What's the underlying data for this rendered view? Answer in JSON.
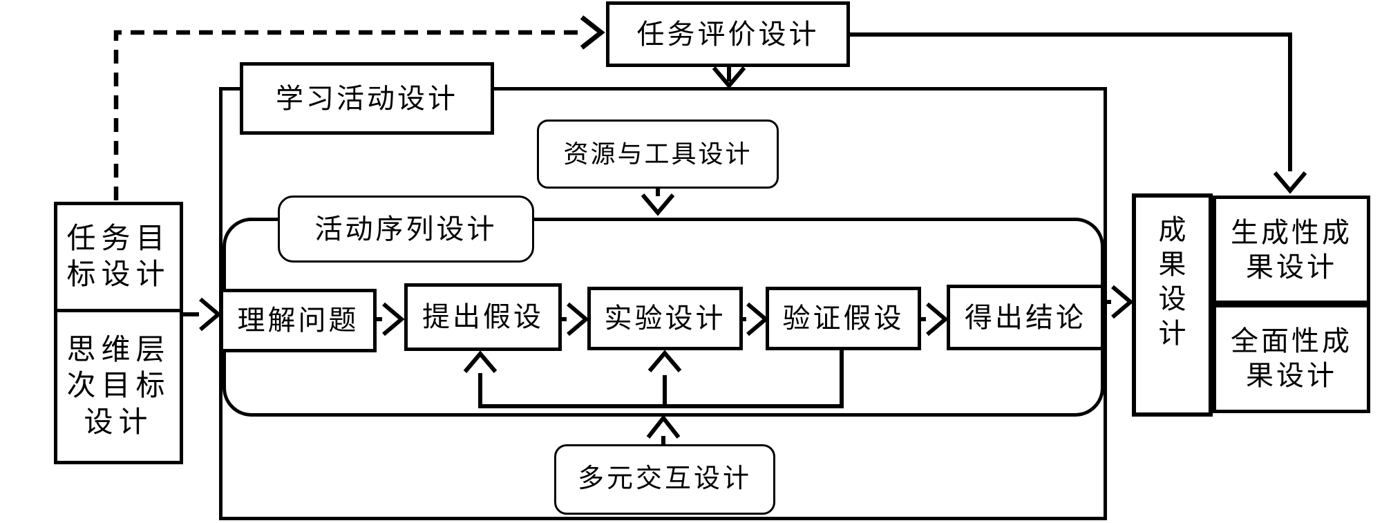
{
  "diagram": {
    "title_hint": "learning-task-design-flowchart",
    "colors": {
      "stroke": "#000000",
      "background": "#ffffff"
    },
    "nodes": {
      "task_evaluation": {
        "label": "任务评价设计"
      },
      "learning_activity": {
        "label": "学习活动设计"
      },
      "resources_tools": {
        "label": "资源与工具设计"
      },
      "activity_sequence": {
        "label": "活动序列设计"
      },
      "understand_problem": {
        "label": "理解问题"
      },
      "propose_hypothesis": {
        "label": "提出假设"
      },
      "experiment_design": {
        "label": "实验设计"
      },
      "verify_hypothesis": {
        "label": "验证假设"
      },
      "draw_conclusion": {
        "label": "得出结论"
      },
      "task_goal": {
        "label": "任务目标设计"
      },
      "thinking_level_goal": {
        "label": "思维层次目标设计"
      },
      "multi_interaction": {
        "label": "多元交互设计"
      },
      "outcome_design": {
        "label": "成果设计"
      },
      "generative_outcome": {
        "label": "生成性成果设计"
      },
      "comprehensive_outcome": {
        "label": "全面性成果设计"
      }
    },
    "edges": [
      {
        "from": "task_goal",
        "to": "task_evaluation",
        "style": "dashed-arrow"
      },
      {
        "from": "task_evaluation",
        "to": "learning_activity_container",
        "style": "arrow-down"
      },
      {
        "from": "task_evaluation",
        "to": "generative_outcome",
        "style": "arrow-right-then-down"
      },
      {
        "from": "resources_tools",
        "to": "activity_sequence_container",
        "style": "arrow-down"
      },
      {
        "from": "task_goal_group",
        "to": "understand_problem",
        "style": "arrow-right"
      },
      {
        "from": "understand_problem",
        "to": "propose_hypothesis",
        "style": "arrow-right"
      },
      {
        "from": "propose_hypothesis",
        "to": "experiment_design",
        "style": "arrow-right"
      },
      {
        "from": "experiment_design",
        "to": "verify_hypothesis",
        "style": "arrow-right"
      },
      {
        "from": "verify_hypothesis",
        "to": "draw_conclusion",
        "style": "arrow-right"
      },
      {
        "from": "verify_hypothesis",
        "to": "propose_hypothesis",
        "style": "feedback-arrow-up"
      },
      {
        "from": "verify_hypothesis",
        "to": "experiment_design",
        "style": "feedback-arrow-up"
      },
      {
        "from": "draw_conclusion",
        "to": "outcome_design",
        "style": "arrow-right"
      },
      {
        "from": "multi_interaction",
        "to": "activity_sequence_container",
        "style": "arrow-up"
      }
    ]
  }
}
